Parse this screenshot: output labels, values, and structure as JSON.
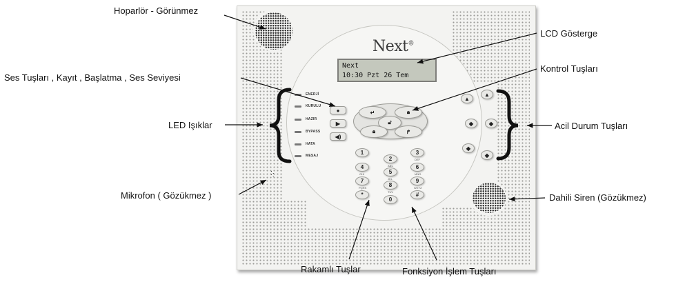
{
  "labels": {
    "hoparlor": "Hoparlör - Görünmez",
    "lcd": "LCD Gösterge",
    "ses": "Ses Tuşları , Kayıt , Başlatma , Ses Seviyesi",
    "kontrol": "Kontrol Tuşları",
    "led": "LED Işıklar",
    "acil": "Acil Durum Tuşları",
    "mikrofon": "Mikrofon ( Gözükmez )",
    "siren": "Dahili Siren (Gözükmez)",
    "rakamli": "Rakamlı Tuşlar",
    "fonksiyon": "Fonksiyon İşlem Tuşları"
  },
  "device": {
    "brand": "Next",
    "brand_mark": "®",
    "lcd_line1": "Next",
    "lcd_line2": "10:30 Pzt 26 Tem",
    "led_labels": [
      "ENERJİ",
      "KURULU",
      "HAZIR",
      "BYPASS",
      "HATA",
      "MESAJ"
    ],
    "keypad": [
      {
        "key": "1",
        "sub": ""
      },
      {
        "key": "2",
        "sub": "ABC"
      },
      {
        "key": "3",
        "sub": "DEF"
      },
      {
        "key": "4",
        "sub": "GHI"
      },
      {
        "key": "5",
        "sub": "JKL"
      },
      {
        "key": "6",
        "sub": "MNO"
      },
      {
        "key": "7",
        "sub": "PQRS"
      },
      {
        "key": "8",
        "sub": "TUV"
      },
      {
        "key": "9",
        "sub": "WXYZ"
      },
      {
        "key": "*",
        "sub": ""
      },
      {
        "key": "0",
        "sub": ""
      },
      {
        "key": "#",
        "sub": ""
      }
    ],
    "audio_buttons": [
      "record-icon",
      "play-icon",
      "volume-icon"
    ],
    "control_icons": [
      "arm-home-icon",
      "lock-icon",
      "unlock-icon",
      "lock-partial-icon",
      "exit-icon"
    ],
    "emergency_icons": [
      "fire-icon",
      "panic-icon",
      "medical-icon",
      "police-icon",
      "aux-icon",
      "emergency-icon"
    ]
  }
}
